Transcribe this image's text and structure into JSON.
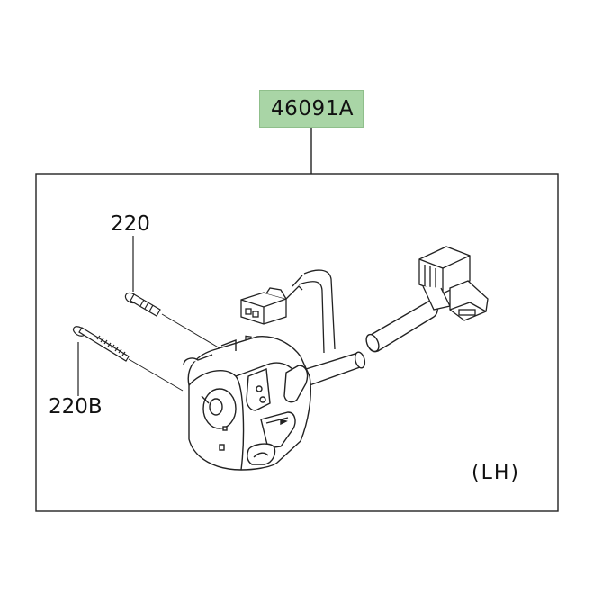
{
  "diagram": {
    "main_part_number": "46091A",
    "screw_short_label": "220",
    "screw_long_label": "220B",
    "side_label": "(LH)",
    "callout_fill": "#a9d5a6"
  }
}
